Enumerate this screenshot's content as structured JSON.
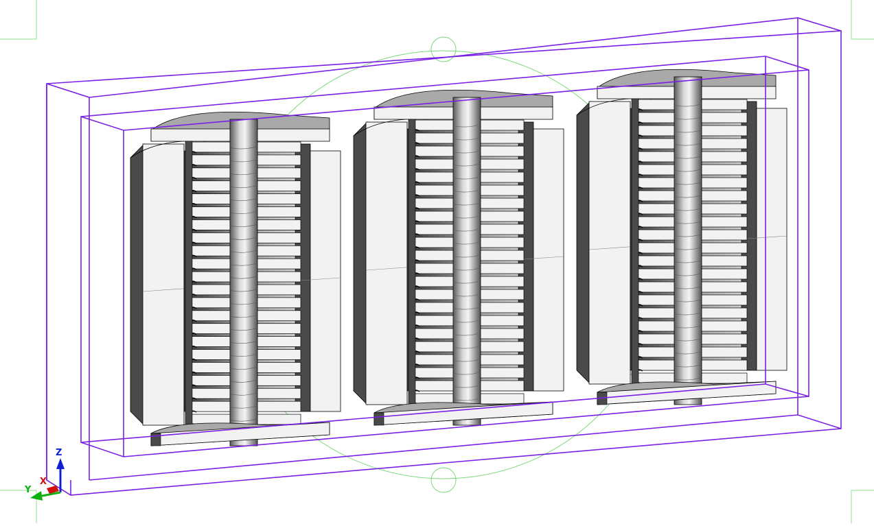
{
  "viewport": {
    "background": "#ffffff",
    "colors": {
      "bounding_box": "#7a1fe6",
      "workplane": "#7ad97a",
      "corner_marks": "#8ee08e",
      "solid_light": "#f2f2f2",
      "solid_mid": "#a9a9a9",
      "solid_dark": "#4a4a4a",
      "edge": "#000000"
    }
  },
  "model": {
    "coil_count": 3,
    "disc_count": 22
  },
  "triad": {
    "x_label": "X",
    "y_label": "Y",
    "z_label": "Z",
    "x_color": "#d01010",
    "y_color": "#10b010",
    "z_color": "#1020d0"
  }
}
